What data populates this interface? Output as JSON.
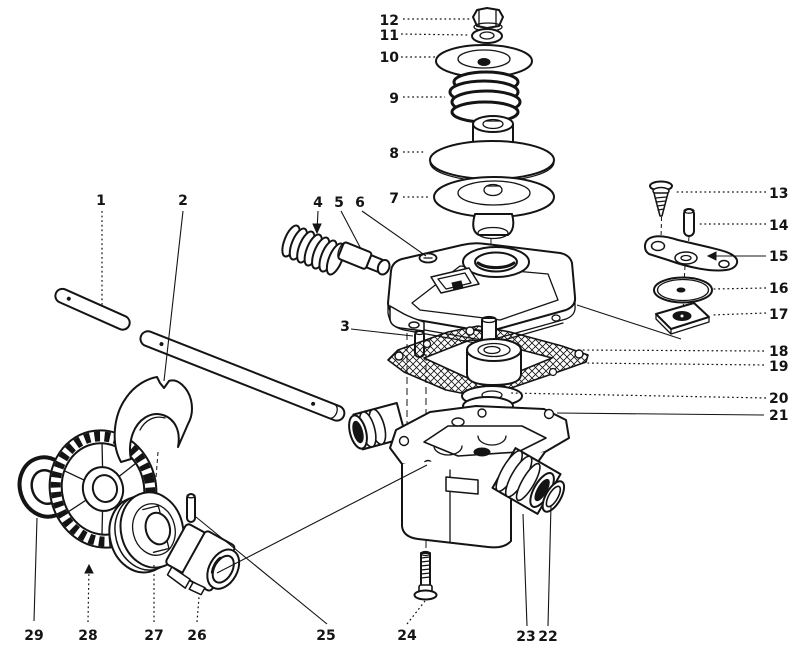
{
  "diagram": {
    "background_color": "#ffffff",
    "line_color": "#141414",
    "callouts": [
      {
        "label": "1"
      },
      {
        "label": "2"
      },
      {
        "label": "3"
      },
      {
        "label": "4"
      },
      {
        "label": "5"
      },
      {
        "label": "6"
      },
      {
        "label": "7"
      },
      {
        "label": "8"
      },
      {
        "label": "9"
      },
      {
        "label": "10"
      },
      {
        "label": "11"
      },
      {
        "label": "12"
      },
      {
        "label": "13"
      },
      {
        "label": "14"
      },
      {
        "label": "15"
      },
      {
        "label": "16"
      },
      {
        "label": "17"
      },
      {
        "label": "18"
      },
      {
        "label": "19"
      },
      {
        "label": "20"
      },
      {
        "label": "21"
      },
      {
        "label": "22"
      },
      {
        "label": "23"
      },
      {
        "label": "24"
      },
      {
        "label": "25"
      },
      {
        "label": "26"
      },
      {
        "label": "27"
      },
      {
        "label": "28"
      },
      {
        "label": "29"
      }
    ]
  }
}
